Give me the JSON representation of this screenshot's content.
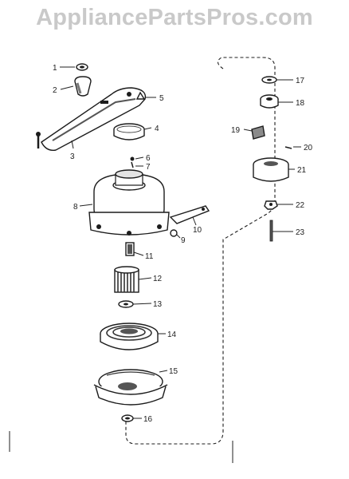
{
  "watermark": "AppliancePartsPros.com",
  "part_labels": [
    {
      "id": "1",
      "text": "1"
    },
    {
      "id": "2",
      "text": "2"
    },
    {
      "id": "3",
      "text": "3"
    },
    {
      "id": "4",
      "text": "4"
    },
    {
      "id": "5",
      "text": "5"
    },
    {
      "id": "6",
      "text": "6"
    },
    {
      "id": "7",
      "text": "7"
    },
    {
      "id": "8",
      "text": "8"
    },
    {
      "id": "9",
      "text": "9"
    },
    {
      "id": "10",
      "text": "10"
    },
    {
      "id": "11",
      "text": "11"
    },
    {
      "id": "12",
      "text": "12"
    },
    {
      "id": "13",
      "text": "13"
    },
    {
      "id": "14",
      "text": "14"
    },
    {
      "id": "15",
      "text": "15"
    },
    {
      "id": "16",
      "text": "16"
    },
    {
      "id": "17",
      "text": "17"
    },
    {
      "id": "18",
      "text": "18"
    },
    {
      "id": "19",
      "text": "19"
    },
    {
      "id": "20",
      "text": "20"
    },
    {
      "id": "21",
      "text": "21"
    },
    {
      "id": "22",
      "text": "22"
    },
    {
      "id": "23",
      "text": "23"
    }
  ],
  "colors": {
    "ink": "#1c1c1c",
    "watermark": "#c9c9c9",
    "shade": "#8a8a8a"
  }
}
